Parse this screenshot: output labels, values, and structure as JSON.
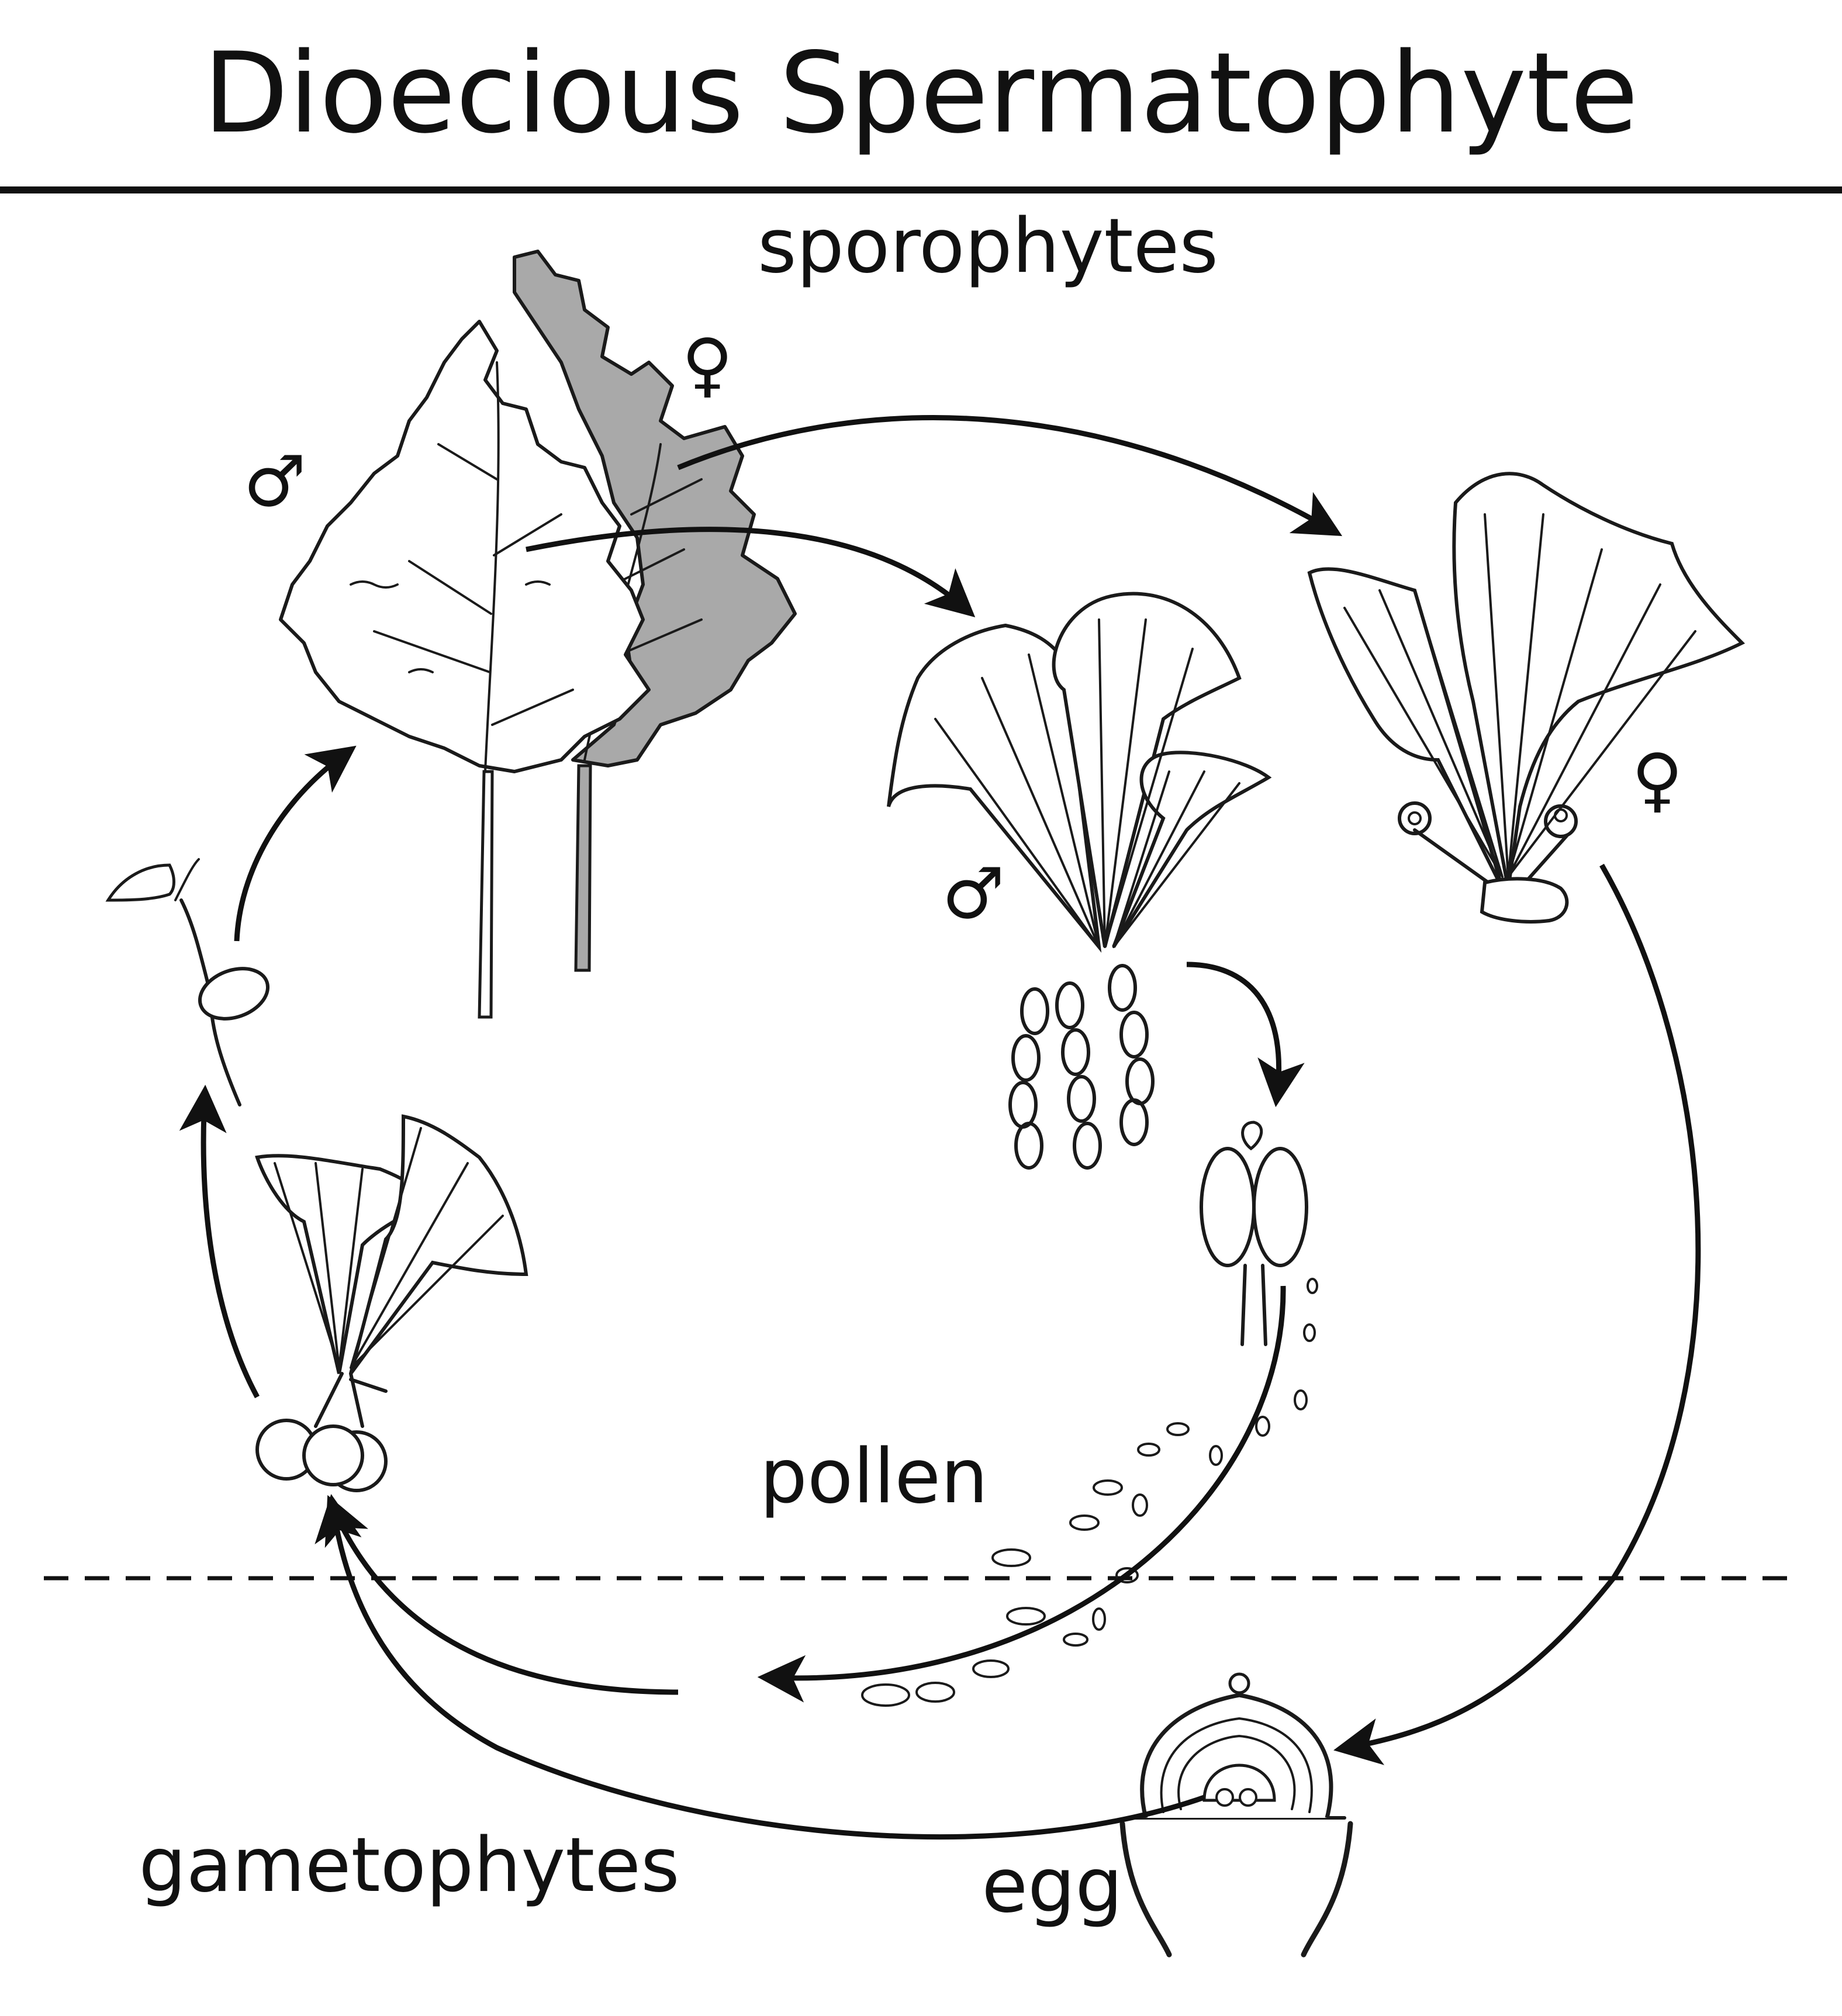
{
  "title": "Dioecious Spermatophyte",
  "labels": {
    "sporophytes": "sporophytes",
    "pollen": "pollen",
    "gametophytes": "gametophytes",
    "egg": "egg"
  },
  "symbols": {
    "male": "♂",
    "female": "♀"
  },
  "colors": {
    "ink": "#111111",
    "female_tree_fill": "#a9a9a9",
    "male_tree_fill": "#ffffff"
  }
}
